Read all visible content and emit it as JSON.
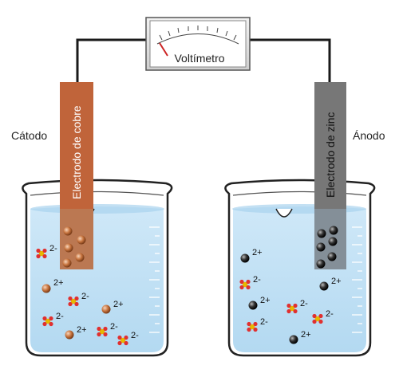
{
  "voltmeter": {
    "label": "Voltímetro"
  },
  "left": {
    "side_label": "Cátodo",
    "electrode_label": "Electrodo de cobre",
    "ion_charge": "2+",
    "anion_charge": "2-",
    "colors": {
      "electrode": "#c0643a",
      "ion": "#c8753f"
    }
  },
  "right": {
    "side_label": "Ánodo",
    "electrode_label": "Electrodo de zinc",
    "ion_charge": "2+",
    "anion_charge": "2-",
    "colors": {
      "electrode": "#777777",
      "ion": "#333333"
    }
  },
  "colors": {
    "solution": "#bfe1f5",
    "wire": "#1a1a1a",
    "needle": "#cc2222"
  }
}
